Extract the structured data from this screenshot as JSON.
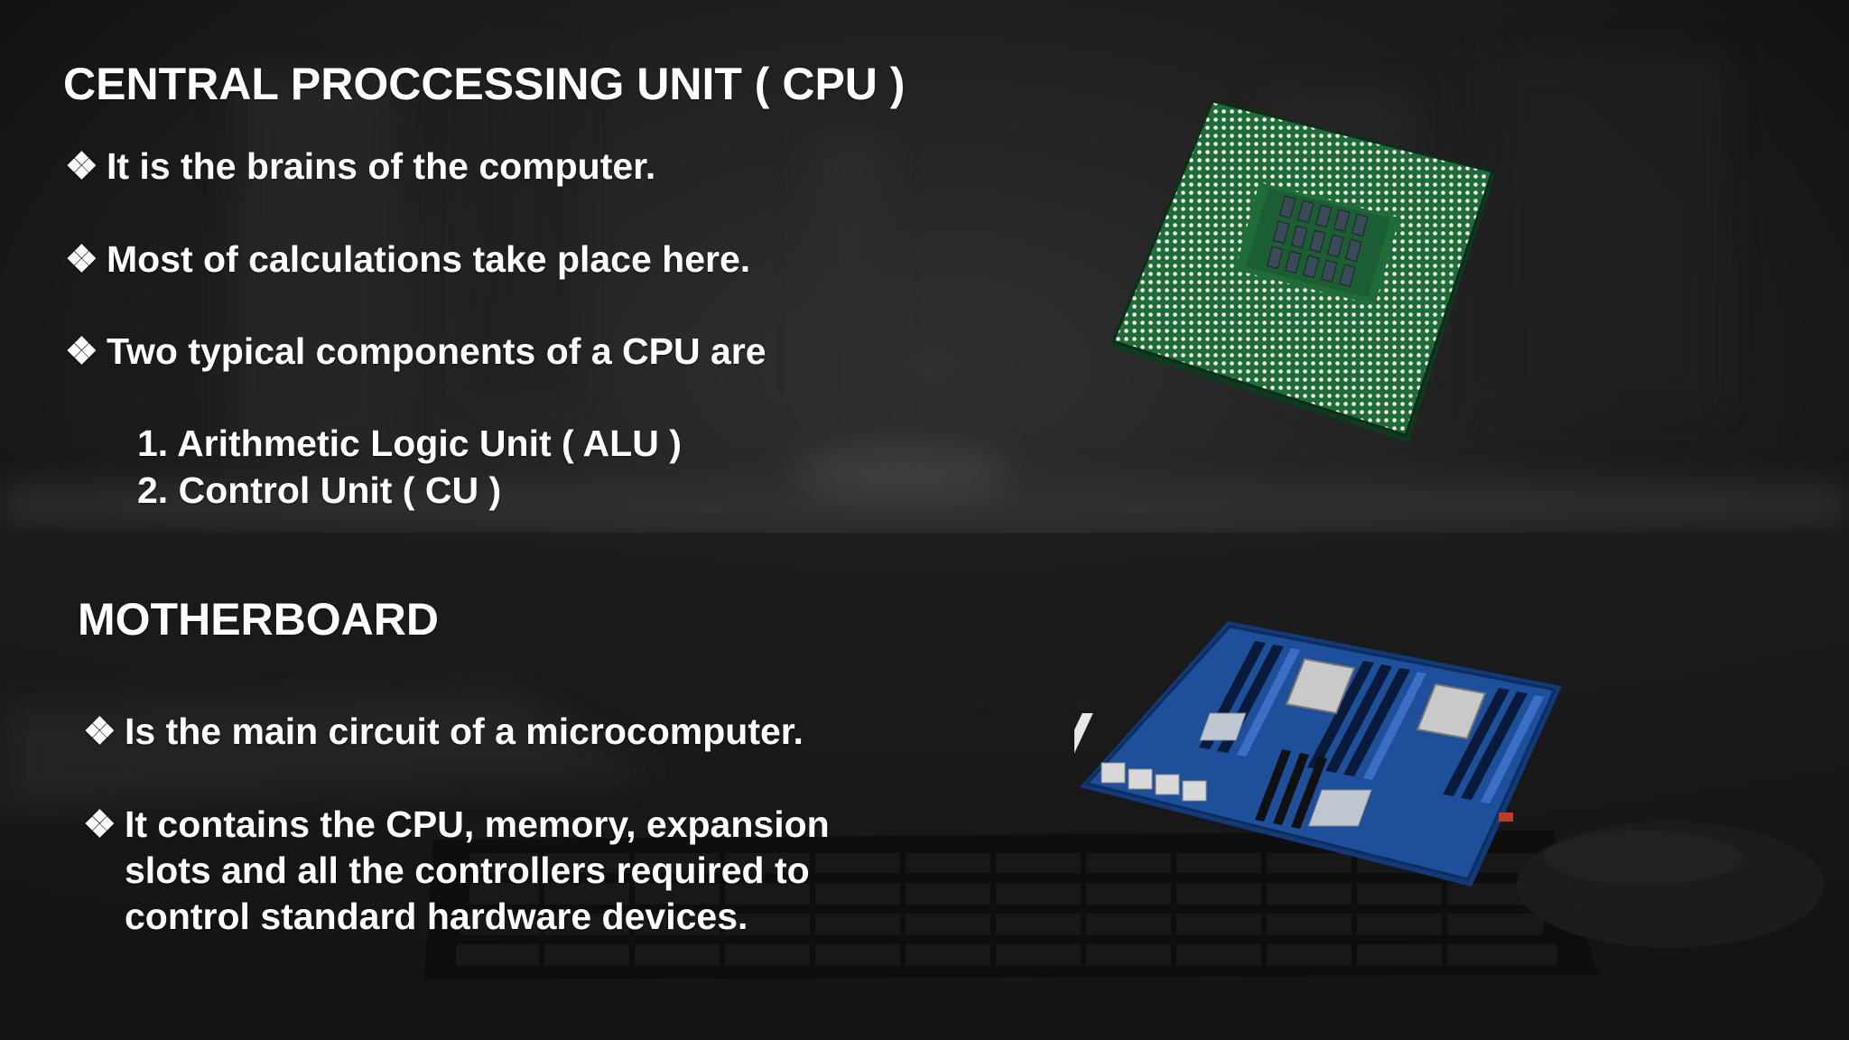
{
  "slide": {
    "cpu_section": {
      "title": "CENTRAL PROCCESSING UNIT ( CPU )",
      "bullet_mark": "❖",
      "bullets": [
        "It is the brains of the computer.",
        "Most of  calculations take place here.",
        "Two typical components of a CPU are"
      ],
      "components": [
        "1.  Arithmetic Logic Unit ( ALU )",
        "2.  Control Unit ( CU )"
      ]
    },
    "motherboard_section": {
      "title": "MOTHERBOARD",
      "bullet_mark": "❖",
      "bullets": [
        "Is the main circuit of a microcomputer.",
        "It contains the CPU, memory, expansion"
      ],
      "continuation_lines": [
        "slots and all the controllers required to",
        "control standard hardware devices."
      ]
    },
    "images": {
      "cpu": "cpu-chip-image",
      "motherboard": "motherboard-image",
      "background": "blurred-desk-keyboard-mouse-photo"
    },
    "colors": {
      "text": "#ffffff",
      "background": "#1a1a1a",
      "chip_green": "#1f6b3a",
      "board_blue": "#1e4f9a"
    }
  }
}
